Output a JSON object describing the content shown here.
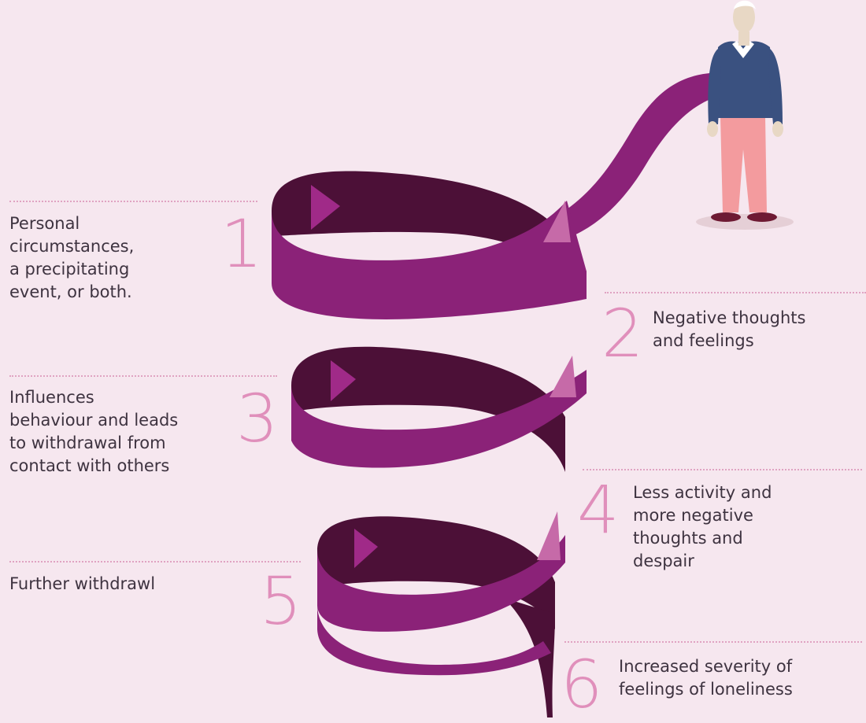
{
  "steps": [
    {
      "number": "1",
      "lines": [
        "Personal",
        "circumstances,",
        "a precipitating",
        "event, or both."
      ]
    },
    {
      "number": "2",
      "lines": [
        "Negative thoughts",
        "and feelings"
      ]
    },
    {
      "number": "3",
      "lines": [
        "Influences",
        "behaviour and leads",
        "to withdrawal from",
        "contact with others"
      ]
    },
    {
      "number": "4",
      "lines": [
        "Less activity and",
        "more negative",
        "thoughts and",
        "despair"
      ]
    },
    {
      "number": "5",
      "lines": [
        "Further withdrawl"
      ]
    },
    {
      "number": "6",
      "lines": [
        "Increased severity of",
        "feelings of loneliness"
      ]
    }
  ],
  "colors": {
    "background": "#f6e7ef",
    "ribbon_front": "#8b2278",
    "ribbon_back": "#4c1037",
    "number": "#e08fbb",
    "text": "#3e3340",
    "rule": "#e0a3c2",
    "sweater": "#3a5180",
    "trousers": "#f39b9e",
    "shoes": "#6e1a33",
    "skin": "#e8d8c5"
  },
  "figure": "standing-man-icon"
}
